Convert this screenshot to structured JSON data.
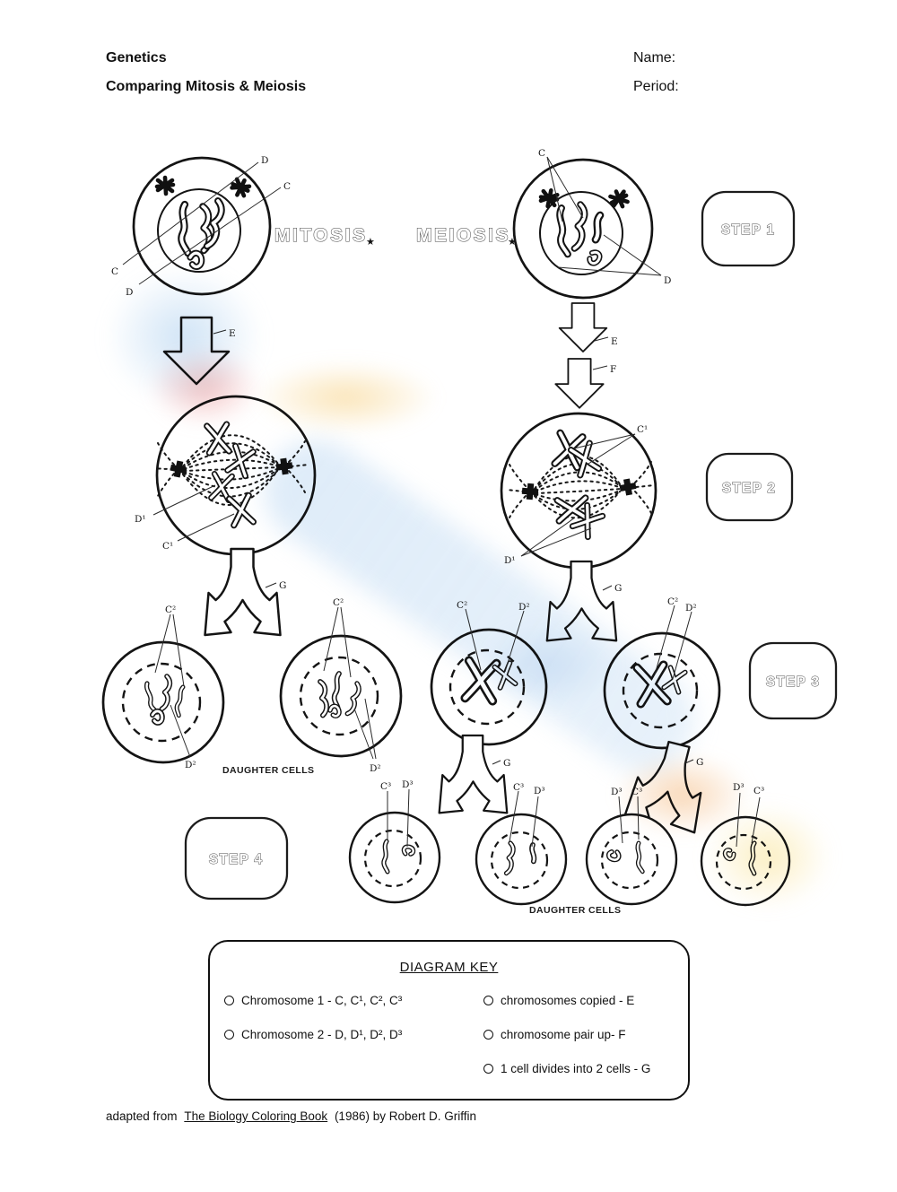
{
  "header": {
    "course": "Genetics",
    "title": "Comparing Mitosis & Meiosis",
    "name_label": "Name:",
    "period_label": "Period:"
  },
  "diagram": {
    "mitosis_title": "MITOSIS",
    "meiosis_title": "MEIOSIS",
    "star": "★",
    "steps": [
      "STEP 1",
      "STEP 2",
      "STEP 3",
      "STEP 4"
    ],
    "labels": {
      "c": "C",
      "d": "D",
      "c1": "C¹",
      "d1": "D¹",
      "c2": "C²",
      "d2": "D²",
      "c3": "C³",
      "d3": "D³",
      "e": "E",
      "f": "F",
      "g": "G"
    },
    "daughter_cells": "DAUGHTER CELLS"
  },
  "key": {
    "title": "DIAGRAM KEY",
    "items_left": [
      "Chromosome 1 - C, C¹, C², C³",
      "Chromosome 2 - D, D¹, D², D³"
    ],
    "items_right": [
      "chromosomes copied - E",
      "chromosome pair up- F",
      "1 cell divides into 2 cells - G"
    ]
  },
  "footer": {
    "prefix": "adapted from",
    "book": "The Biology Coloring Book",
    "suffix": "(1986) by Robert D. Griffin"
  },
  "colors": {
    "ink": "#1a1a1a",
    "watermark_blue": "#b2d2f0",
    "watermark_red": "#ea8a8a",
    "watermark_yellow": "#f6cc76",
    "watermark_orange": "#f3b06e"
  }
}
